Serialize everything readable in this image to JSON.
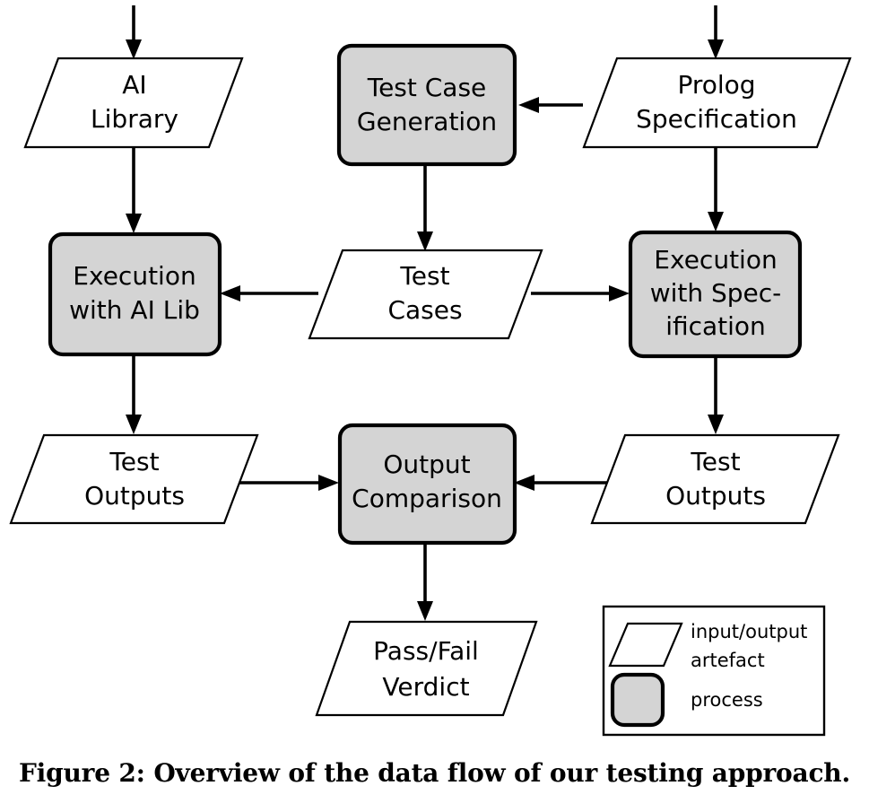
{
  "figure": {
    "caption": "Figure 2: Overview of the data flow of our testing approach.",
    "background_color": "#ffffff",
    "process_fill_color": "#d4d4d4",
    "artefact_fill_color": "#ffffff",
    "stroke_color": "#000000"
  },
  "nodes": {
    "ai_library": {
      "line1": "AI",
      "line2": "Library",
      "shape": "artefact"
    },
    "test_case_generation": {
      "line1": "Test Case",
      "line2": "Generation",
      "shape": "process"
    },
    "prolog_specification": {
      "line1": "Prolog",
      "line2": "Specification",
      "shape": "artefact"
    },
    "execution_with_ai_lib": {
      "line1": "Execution",
      "line2": "with AI Lib",
      "shape": "process"
    },
    "test_cases": {
      "line1": "Test",
      "line2": "Cases",
      "shape": "artefact"
    },
    "execution_with_specification": {
      "line1": "Execution",
      "line2": "with Spec-",
      "line3": "ification",
      "shape": "process"
    },
    "test_outputs_left": {
      "line1": "Test",
      "line2": "Outputs",
      "shape": "artefact"
    },
    "output_comparison": {
      "line1": "Output",
      "line2": "Comparison",
      "shape": "process"
    },
    "test_outputs_right": {
      "line1": "Test",
      "line2": "Outputs",
      "shape": "artefact"
    },
    "pass_fail_verdict": {
      "line1": "Pass/Fail",
      "line2": "Verdict",
      "shape": "artefact"
    }
  },
  "legend": {
    "artefact_label_line1": "input/output",
    "artefact_label_line2": "artefact",
    "process_label": "process"
  }
}
